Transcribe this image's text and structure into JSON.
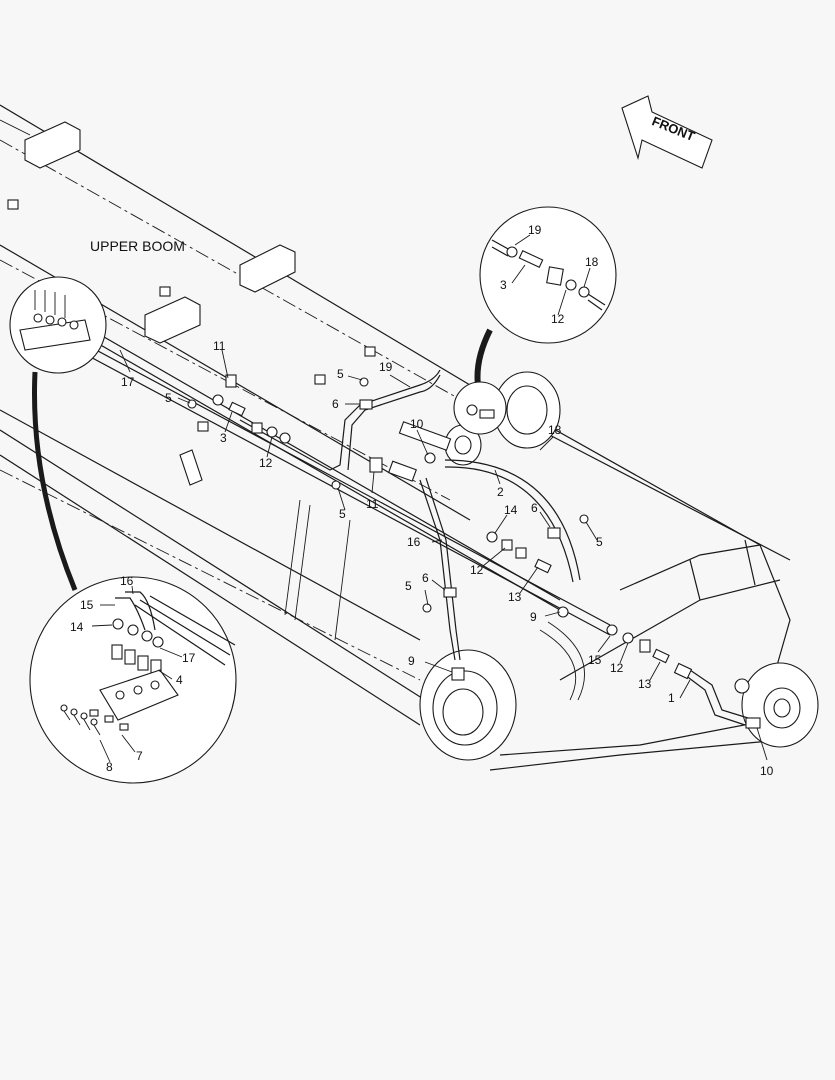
{
  "labels": {
    "upper_boom": "UPPER BOOM",
    "front": "FRONT"
  },
  "callouts": {
    "c1": "1",
    "c2": "2",
    "c3a": "3",
    "c3b": "3",
    "c4": "4",
    "c5a": "5",
    "c5b": "5",
    "c5c": "5",
    "c5d": "5",
    "c5e": "5",
    "c6a": "6",
    "c6b": "6",
    "c6c": "6",
    "c7": "7",
    "c8": "8",
    "c9a": "9",
    "c9b": "9",
    "c10a": "10",
    "c10b": "10",
    "c11a": "11",
    "c11b": "11",
    "c12a": "12",
    "c12b": "12",
    "c12c": "12",
    "c12d": "12",
    "c13a": "13",
    "c13b": "13",
    "c14a": "14",
    "c14b": "14",
    "c15a": "15",
    "c15b": "15",
    "c16a": "16",
    "c16b": "16",
    "c17a": "17",
    "c17b": "17",
    "c18a": "18",
    "c18b": "18",
    "c19a": "19",
    "c19b": "19"
  }
}
